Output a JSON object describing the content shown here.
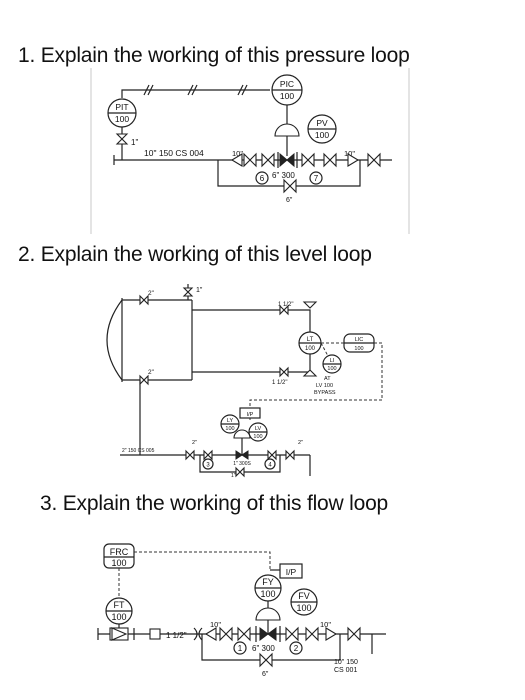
{
  "questions": {
    "q1": "1. Explain the working of this pressure loop",
    "q2": "2. Explain the working of this level loop",
    "q3": "3. Explain the working of this flow loop"
  },
  "pressure_loop": {
    "pit_tag": "PIT",
    "pit_num": "100",
    "pic_tag": "PIC",
    "pic_num": "100",
    "pv_tag": "PV",
    "pv_num": "100",
    "tap_size": "1\"",
    "line_spec": "10\" 150 CS 004",
    "size_left": "10\"",
    "size_right": "10\"",
    "bypass_spec": "6\" 300",
    "bypass_size": "6\"",
    "valve_left_no": "6",
    "valve_right_no": "7"
  },
  "level_loop": {
    "vent_size": "1\"",
    "nozzle_top": "2\"",
    "nozzle_bottom": "2\"",
    "top_pipe_size": "1 1/2\"",
    "bottom_pipe_size": "1 1/2\"",
    "lt_tag": "LT",
    "lt_num": "100",
    "lic_tag": "LIC",
    "lic_num": "100",
    "li_tag": "LI",
    "li_num": "100",
    "at_note": "AT",
    "bypass_note_1": "LV 100",
    "bypass_note_2": "BYPASS",
    "ip_tag": "I/P",
    "ly_tag": "LY",
    "ly_num": "100",
    "lv_tag": "LV",
    "lv_num": "100",
    "line_spec": "2\" 150 CS 005",
    "size_2a": "2\"",
    "size_2b": "2\"",
    "bypass_spec": "1\" 300S",
    "bypass_size": "1\"",
    "valve_left_no": "3",
    "valve_right_no": "4"
  },
  "flow_loop": {
    "frc_tag": "FRC",
    "frc_num": "100",
    "ft_tag": "FT",
    "ft_num": "100",
    "ip_tag": "I/P",
    "fy_tag": "FY",
    "fy_num": "100",
    "fv_tag": "FV",
    "fv_num": "100",
    "pipe_size": "1 1/2\"",
    "size_left": "10\"",
    "size_right": "10\"",
    "bypass_spec": "6\" 300",
    "bypass_size": "6\"",
    "valve_left_no": "1",
    "valve_right_no": "2",
    "line_spec_1": "10\" 150",
    "line_spec_2": "CS 001"
  }
}
